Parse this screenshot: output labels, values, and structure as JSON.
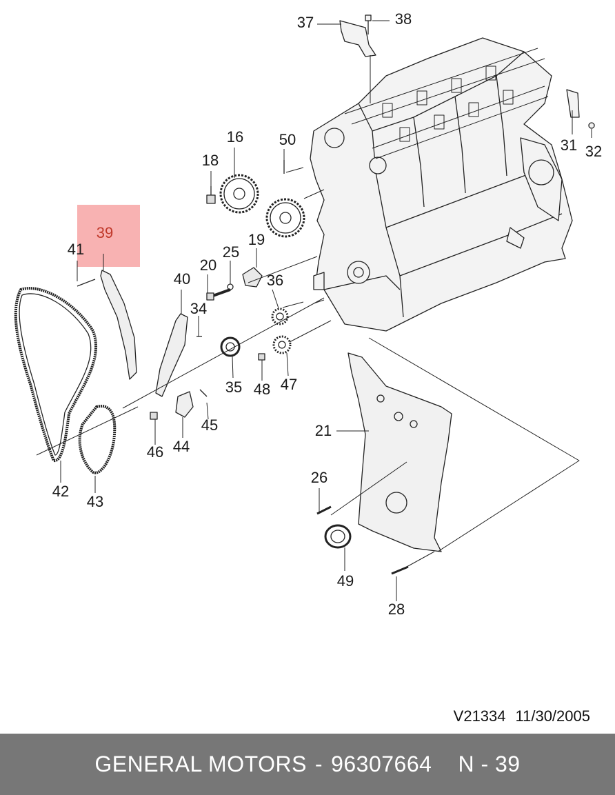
{
  "diagram": {
    "highlighted_part": "39",
    "callouts": [
      {
        "id": "37",
        "label": "37"
      },
      {
        "id": "38",
        "label": "38"
      },
      {
        "id": "16",
        "label": "16"
      },
      {
        "id": "50",
        "label": "50"
      },
      {
        "id": "18",
        "label": "18"
      },
      {
        "id": "31",
        "label": "31"
      },
      {
        "id": "32",
        "label": "32"
      },
      {
        "id": "39",
        "label": "39"
      },
      {
        "id": "41",
        "label": "41"
      },
      {
        "id": "19",
        "label": "19"
      },
      {
        "id": "25",
        "label": "25"
      },
      {
        "id": "20",
        "label": "20"
      },
      {
        "id": "40",
        "label": "40"
      },
      {
        "id": "36",
        "label": "36"
      },
      {
        "id": "34",
        "label": "34"
      },
      {
        "id": "35",
        "label": "35"
      },
      {
        "id": "48",
        "label": "48"
      },
      {
        "id": "47",
        "label": "47"
      },
      {
        "id": "21",
        "label": "21"
      },
      {
        "id": "45",
        "label": "45"
      },
      {
        "id": "46",
        "label": "46"
      },
      {
        "id": "44",
        "label": "44"
      },
      {
        "id": "42",
        "label": "42"
      },
      {
        "id": "43",
        "label": "43"
      },
      {
        "id": "26",
        "label": "26"
      },
      {
        "id": "49",
        "label": "49"
      },
      {
        "id": "28",
        "label": "28"
      }
    ]
  },
  "document": {
    "code": "V21334",
    "date": "11/30/2005"
  },
  "footer": {
    "brand": "GENERAL MOTORS",
    "separator": "-",
    "part_number": "96307664",
    "ref_label": "N - 39"
  }
}
